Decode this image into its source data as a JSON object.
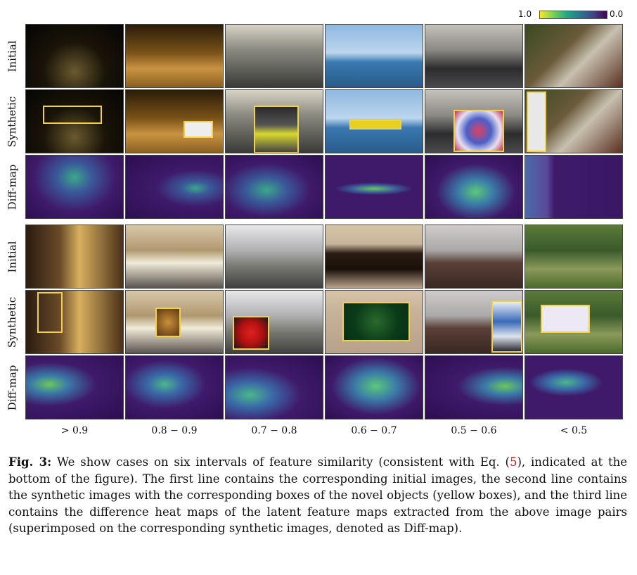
{
  "colorbar": {
    "min_label": "1.0",
    "max_label": "0.0"
  },
  "row_labels": [
    "Initial",
    "Synthetic",
    "Diff-map",
    "Initial",
    "Synthetic",
    "Diff-map"
  ],
  "column_labels": [
    "> 0.9",
    "0.8 − 0.9",
    "0.7 − 0.8",
    "0.6 − 0.7",
    "0.5 − 0.6",
    "< 0.5"
  ],
  "caption": {
    "label": "Fig. 3:",
    "text_before_ref": " We show cases on six intervals of feature similarity (consistent with Eq. (",
    "eq_ref": "5",
    "text_after_ref": "), indicated at the bottom of the figure). The first line contains the corresponding initial images, the second line contains the synthetic images with the corresponding boxes of the novel objects (yellow boxes), and the third line contains the difference heat maps of the latent feature maps extracted from the above image pairs (superimposed on the corresponding synthetic images, denoted as Diff-map)."
  },
  "colors": {
    "box": "#f2d14a",
    "diff_base": "#3f1a6b",
    "caption_ref": "#dd1111"
  }
}
